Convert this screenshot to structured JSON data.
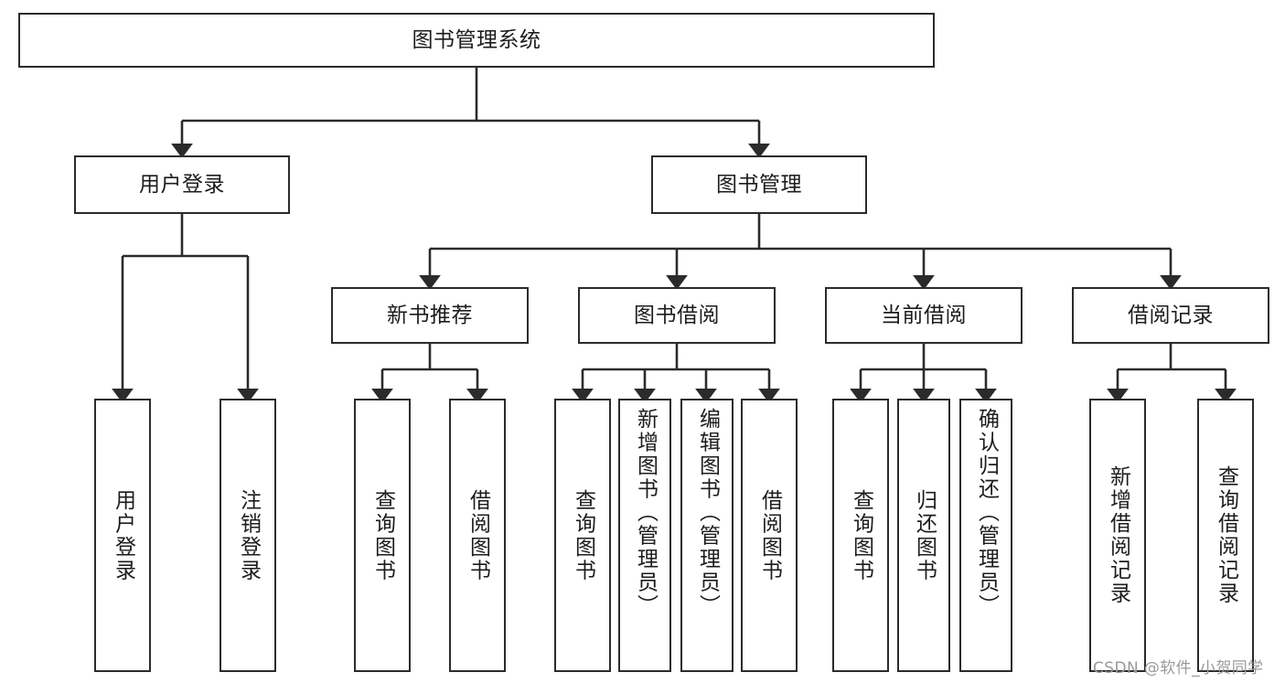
{
  "diagram": {
    "title": "图书管理系统",
    "type": "hierarchy-tree",
    "root": {
      "id": "root",
      "label": "图书管理系统",
      "orientation": "horizontal"
    },
    "level2": [
      {
        "id": "user-login",
        "label": "用户登录",
        "orientation": "horizontal"
      },
      {
        "id": "book-manage",
        "label": "图书管理",
        "orientation": "horizontal"
      }
    ],
    "level3": [
      {
        "id": "new-book-rec",
        "label": "新书推荐",
        "orientation": "horizontal",
        "parent": "book-manage"
      },
      {
        "id": "book-borrow",
        "label": "图书借阅",
        "orientation": "horizontal",
        "parent": "book-manage"
      },
      {
        "id": "current-borrow",
        "label": "当前借阅",
        "orientation": "horizontal",
        "parent": "book-manage"
      },
      {
        "id": "borrow-record",
        "label": "借阅记录",
        "orientation": "horizontal",
        "parent": "book-manage"
      }
    ],
    "leaves": [
      {
        "id": "leaf-user-login",
        "label": "用户登录",
        "parent": "user-login"
      },
      {
        "id": "leaf-user-logout",
        "label": "注销登录",
        "parent": "user-login"
      },
      {
        "id": "leaf-query-book-1",
        "label": "查询图书",
        "parent": "new-book-rec"
      },
      {
        "id": "leaf-borrow-book-1",
        "label": "借阅图书",
        "parent": "new-book-rec"
      },
      {
        "id": "leaf-query-book-2",
        "label": "查询图书",
        "parent": "book-borrow"
      },
      {
        "id": "leaf-add-book",
        "label": "新增图书（管理员）",
        "parent": "book-borrow"
      },
      {
        "id": "leaf-edit-book",
        "label": "编辑图书（管理员）",
        "parent": "book-borrow"
      },
      {
        "id": "leaf-borrow-book-2",
        "label": "借阅图书",
        "parent": "book-borrow"
      },
      {
        "id": "leaf-query-book-3",
        "label": "查询图书",
        "parent": "current-borrow"
      },
      {
        "id": "leaf-return-book",
        "label": "归还图书",
        "parent": "current-borrow"
      },
      {
        "id": "leaf-confirm-return",
        "label": "确认归还（管理员）",
        "parent": "current-borrow"
      },
      {
        "id": "leaf-add-record",
        "label": "新增借阅记录",
        "parent": "borrow-record"
      },
      {
        "id": "leaf-query-record",
        "label": "查询借阅记录",
        "parent": "borrow-record"
      }
    ]
  },
  "watermark": {
    "text": "CSDN @软件_小贺同学"
  },
  "colors": {
    "stroke": "#2b2b2b",
    "fill": "#ffffff",
    "text": "#1c1c1c",
    "watermark": "#9a9a9a"
  }
}
